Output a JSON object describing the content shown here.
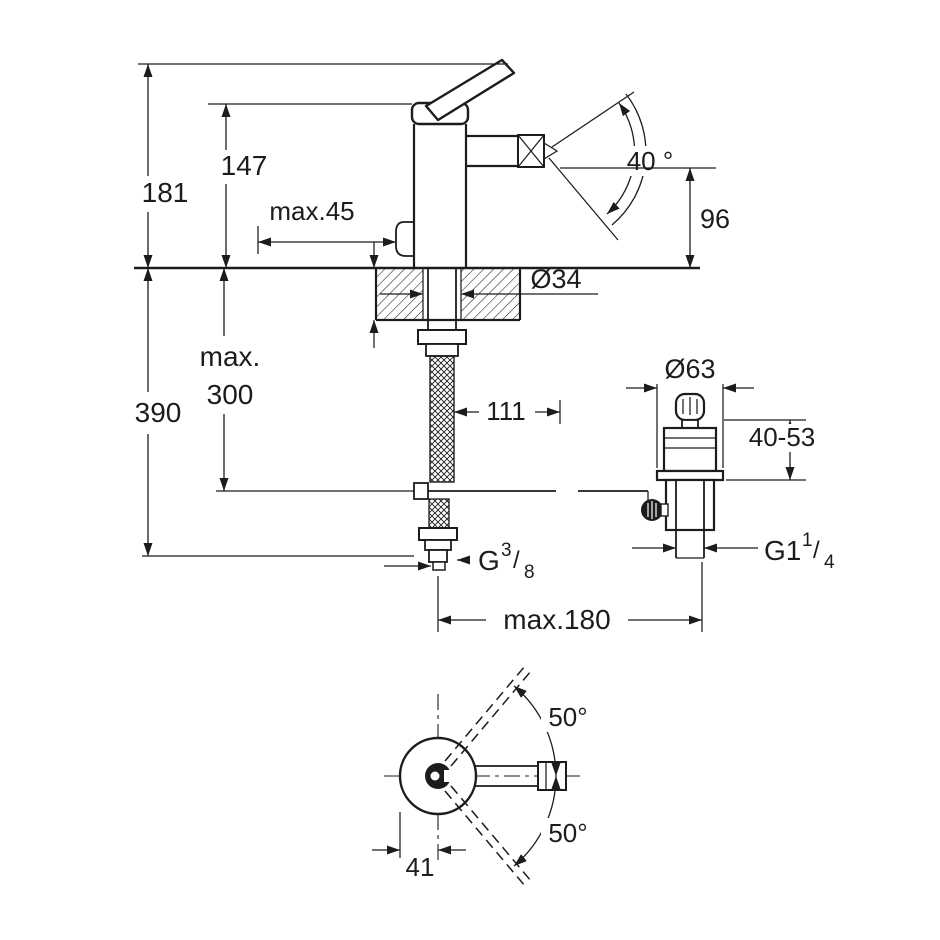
{
  "page": {
    "background": "#ffffff",
    "line_color": "#1c1c1c",
    "description": "Technical dimension drawing of a single-lever bidet/basin mixer tap with pop-up waste"
  },
  "diagram": {
    "labels": {
      "dim_181": "181",
      "dim_147": "147",
      "dim_max45": "max.45",
      "angle_40": "40 °",
      "dim_96": "96",
      "dim_390": "390",
      "dim_max_word": "max.",
      "dim_max_value": "300",
      "dia_34": "Ø34",
      "dim_111": "111",
      "dia_63": "Ø63",
      "range_40_53": "40-53",
      "dim_max180": "max.180",
      "angle_upper_50": "50°",
      "angle_lower_50": "50°",
      "dim_41": "41",
      "thread_g38": {
        "base": "G",
        "sup": "3",
        "slash": "/",
        "sub": "8"
      },
      "thread_g114": {
        "base": "G1",
        "sup": "1",
        "slash": "/",
        "sub": "4"
      }
    }
  }
}
